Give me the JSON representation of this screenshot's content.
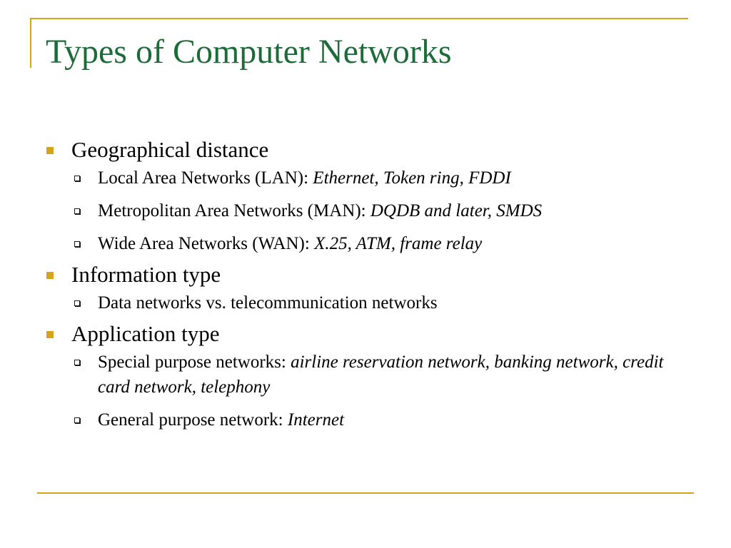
{
  "slide": {
    "title": "Types of Computer Networks",
    "accent_color": "#d4a51c",
    "title_color": "#1e6b3a",
    "sections": [
      {
        "heading": "Geographical distance",
        "items": [
          {
            "text": "Local Area Networks (LAN): ",
            "emphasis": "Ethernet, Token ring, FDDI"
          },
          {
            "text": "Metropolitan Area Networks (MAN): ",
            "emphasis": "DQDB and later, SMDS"
          },
          {
            "text": "Wide Area Networks (WAN): ",
            "emphasis": "X.25, ATM, frame relay"
          }
        ]
      },
      {
        "heading": "Information type",
        "items": [
          {
            "text": "Data networks vs. telecommunication networks",
            "emphasis": ""
          }
        ]
      },
      {
        "heading": "Application type",
        "items": [
          {
            "text": "Special purpose networks: ",
            "emphasis": "airline reservation network, banking network, credit card network, telephony"
          },
          {
            "text": "General purpose network: ",
            "emphasis": "Internet"
          }
        ]
      }
    ]
  }
}
